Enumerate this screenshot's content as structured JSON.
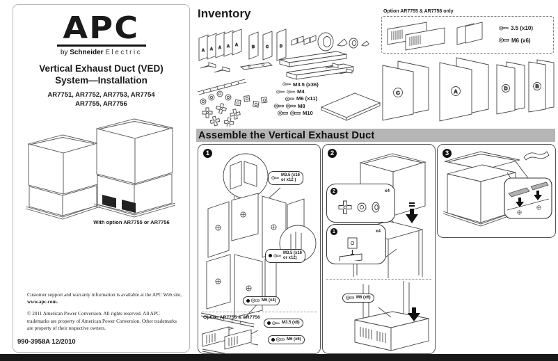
{
  "brand": {
    "logo": "APC",
    "byline_by": "by",
    "byline_name": "Schneider",
    "byline_rest": "Electric"
  },
  "doc": {
    "title_line1": "Vertical Exhaust Duct (VED)",
    "title_line2": "System—Installation",
    "models_line1": "AR7751, AR7752, AR7753, AR7754",
    "models_line2": "AR7755, AR7756",
    "duct_caption": "With option AR7755 or AR7756",
    "support_text": "Customer support and warranty information is available at the APC Web site, ",
    "support_url": "www.apc.com.",
    "copyright": "© 2011 American Power Conversion. All rights reserved. All APC trademarks are property of American Power Conversion. Other trademarks are property of their respective owners.",
    "doc_number": "990-3958A 12/2010"
  },
  "inventory": {
    "title": "Inventory",
    "panels_small": [
      "A",
      "A",
      "A",
      "A",
      "A",
      "B",
      "C",
      "D"
    ],
    "screws": [
      {
        "label": "M3.5 (x36)"
      },
      {
        "label": "M4"
      },
      {
        "label": "M6 (x11)"
      },
      {
        "label": "M8"
      },
      {
        "label": "M10"
      }
    ],
    "option_box": {
      "label": "Option AR7755 & AR7756 only",
      "screw1": "3.5 (x10)",
      "screw2": "M6 (x6)"
    },
    "panels_large": [
      "C",
      "A",
      "D",
      "B"
    ]
  },
  "assembly": {
    "title": "Assemble the Vertical Exhaust Duct",
    "steps": {
      "one": {
        "number": "1",
        "callout_a_line1": "M3.5 (x16",
        "callout_a_line2": "or x12 )",
        "callout_b_line1": "M3.5 (x16",
        "callout_b_line2": "or x12)",
        "callout_m6": "M6 (x4)",
        "option_label": "Option AR7755 & AR7756",
        "option_m35": "M3.5 (x8)",
        "option_m6": "M6 (x6)"
      },
      "two": {
        "number": "2",
        "bubble_a_badge": "2",
        "bubble_a_qty": "x4",
        "bubble_b_badge": "1",
        "bubble_b_qty": "x4",
        "callout_m6": "M6 (x6)"
      },
      "three": {
        "number": "3"
      }
    }
  }
}
